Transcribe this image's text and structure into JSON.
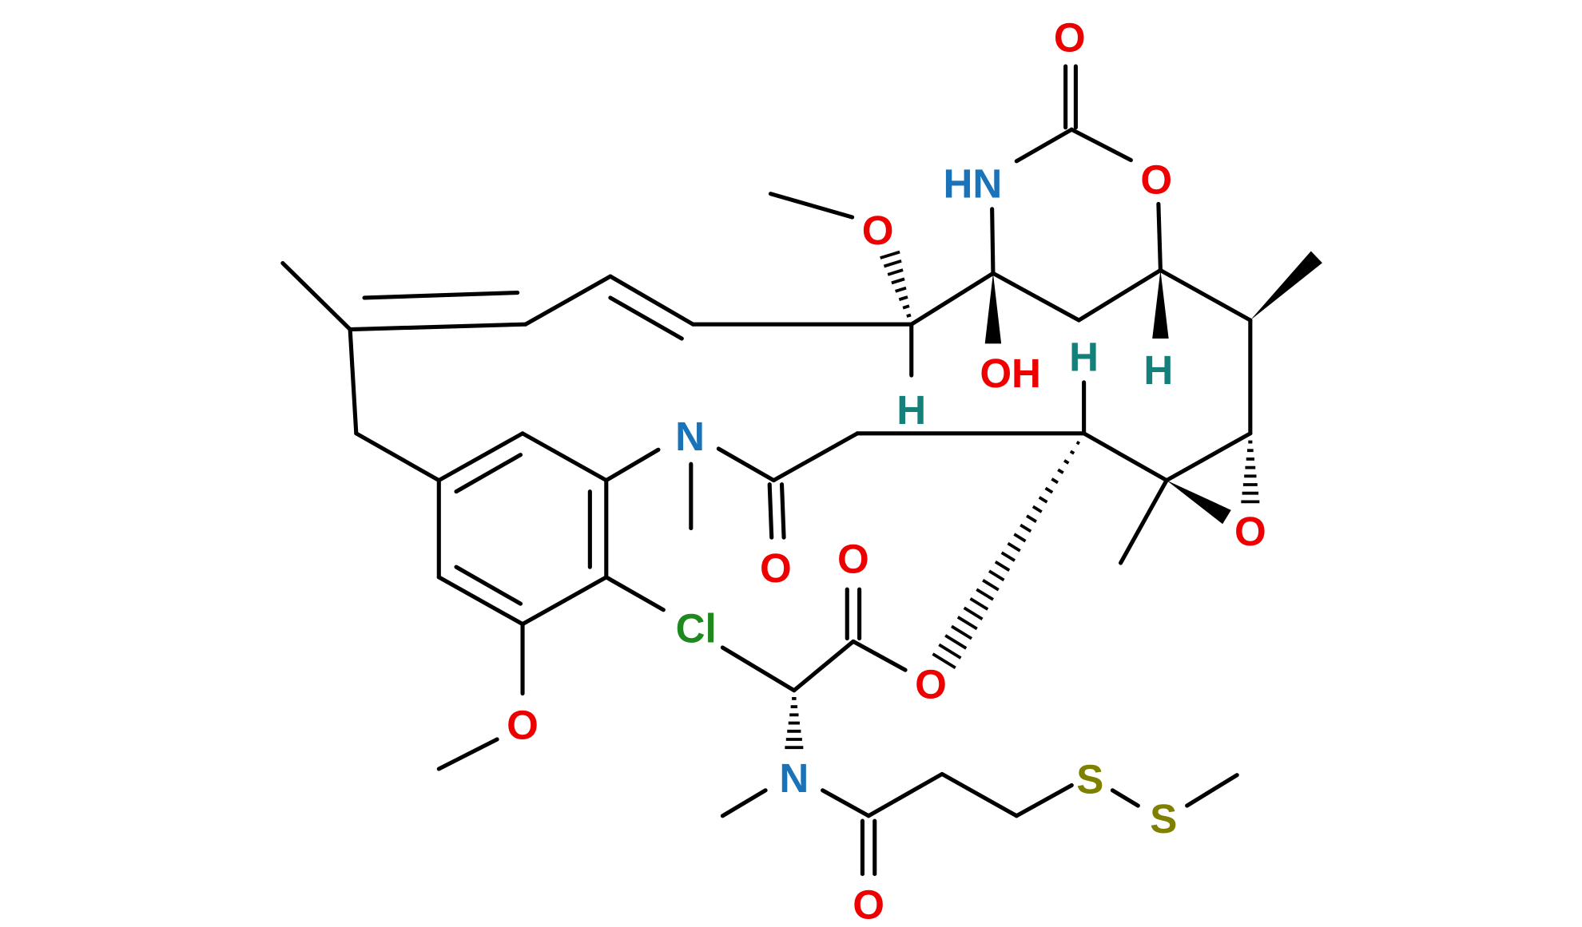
{
  "molecule": {
    "labels": {
      "carbamate_carbonyl_O": "O",
      "carbamate_NH": "HN",
      "carbamate_ring_O": "O",
      "methoxy_O_top": "O",
      "hydroxyl": "OH",
      "H_c10": "H",
      "H_ring": "H",
      "H_bridge": "H",
      "amide_N": "N",
      "amide_O": "O",
      "ester_carbonyl_O": "O",
      "chlorine": "Cl",
      "aryl_methoxy_O": "O",
      "ester_O": "O",
      "epoxide_O": "O",
      "side_chain_N": "N",
      "side_chain_carbonyl_O": "O",
      "sulfur_1": "S",
      "sulfur_2": "S"
    },
    "colors": {
      "oxygen": "#ee0000",
      "nitrogen": "#1a73b8",
      "hydrogen": "#15807a",
      "chlorine": "#1e8a1e",
      "sulfur": "#7f7f00",
      "bond": "#000000"
    }
  }
}
